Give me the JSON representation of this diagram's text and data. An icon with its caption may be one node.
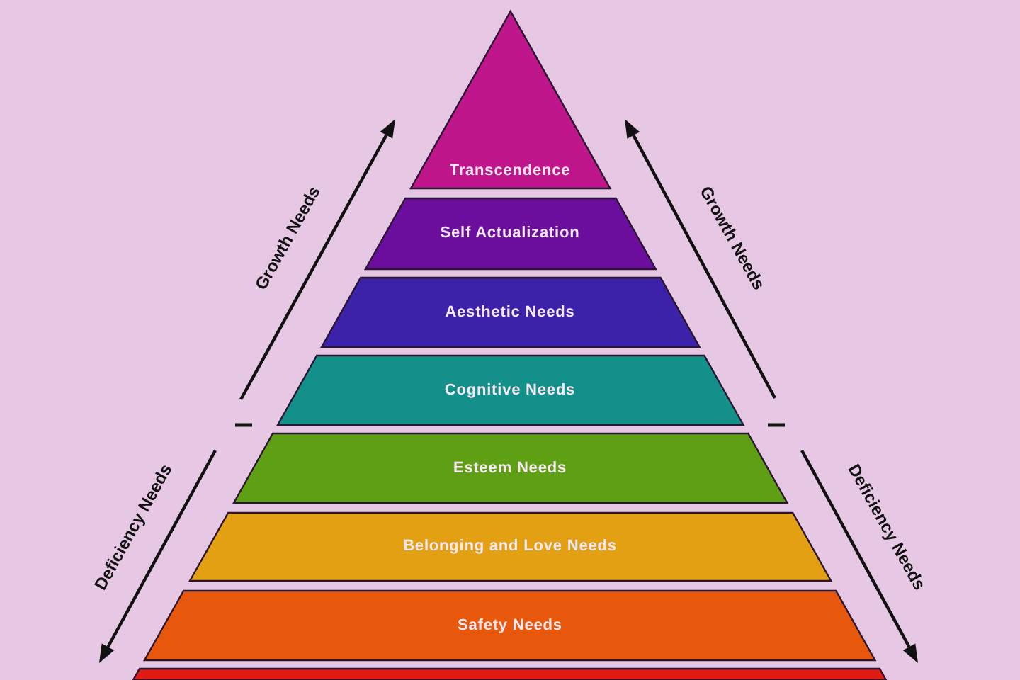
{
  "diagram": {
    "nodes": [
      {
        "text": [
          "Transcendence"
        ]
      },
      {
        "text": [
          "Self Actualization"
        ]
      },
      {
        "text": [
          "Aesthetic Needs"
        ]
      },
      {
        "text": [
          "Cognitive Needs"
        ]
      },
      {
        "text": [
          "Esteem Needs"
        ]
      },
      {
        "text": [
          "Belonging and Love Needs"
        ]
      },
      {
        "text": [
          "Safety Needs"
        ]
      },
      {
        "text": [],
        "shape": "bar"
      }
    ],
    "labels": [
      "Growth Needs",
      "Growth Needs",
      "Deficiency Needs",
      "Deficiency Needs"
    ]
  }
}
